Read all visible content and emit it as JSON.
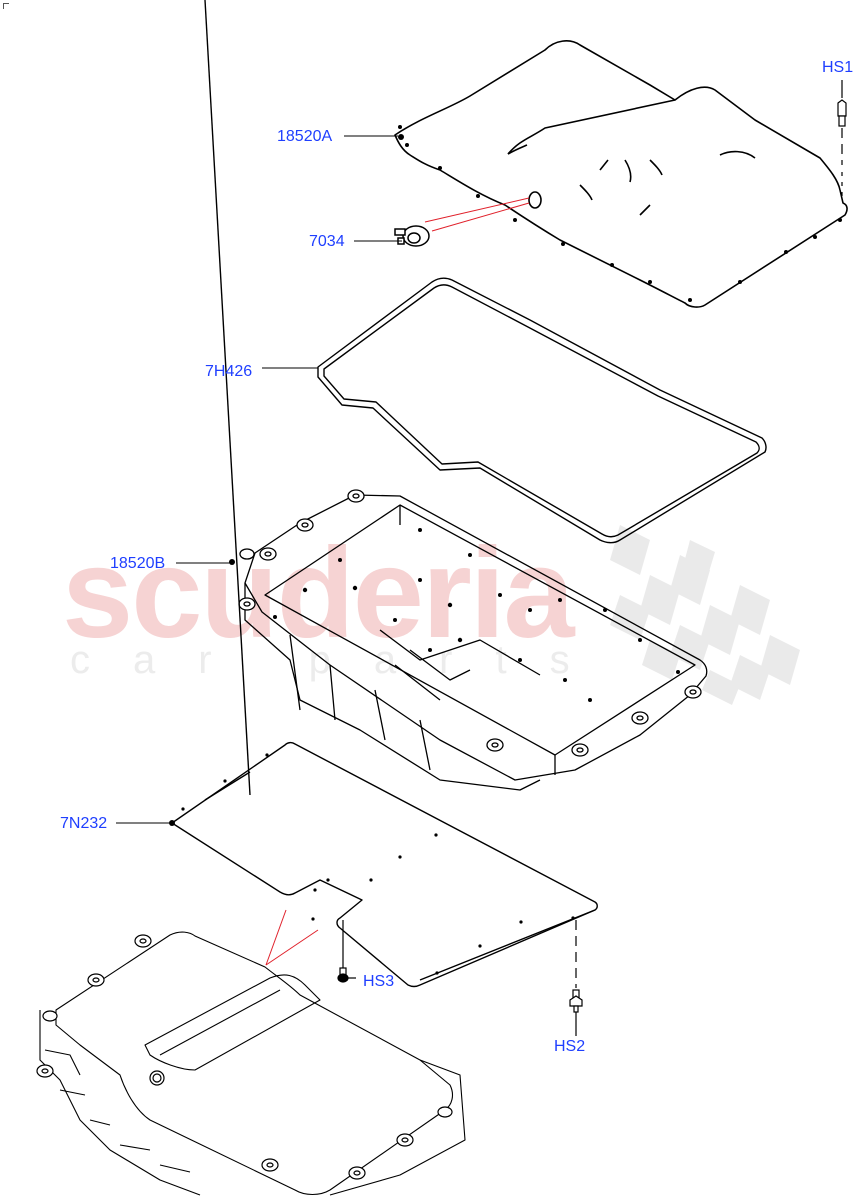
{
  "diagram": {
    "type": "exploded-parts-diagram",
    "watermark": {
      "main_text": "scuderia",
      "sub_text": "car parts",
      "main_color": "#f6d3d3",
      "sub_color": "#ececec",
      "checker_color": "#e8e8e8"
    },
    "colors": {
      "callout_text": "#1f3fff",
      "line": "#000000",
      "reference_line": "#e0202a"
    },
    "callouts": [
      {
        "id": "18520A",
        "label": "18520A",
        "part": "upper-cover"
      },
      {
        "id": "7034",
        "label": "7034",
        "part": "grommet-connector"
      },
      {
        "id": "HS1",
        "label": "HS1",
        "part": "bolt-top-right"
      },
      {
        "id": "7H426",
        "label": "7H426",
        "part": "gasket"
      },
      {
        "id": "18520B",
        "label": "18520B",
        "part": "housing-tray"
      },
      {
        "id": "7N232",
        "label": "7N232",
        "part": "bottom-plate"
      },
      {
        "id": "HS3",
        "label": "HS3",
        "part": "bolt-bottom-center"
      },
      {
        "id": "HS2",
        "label": "HS2",
        "part": "bolt-bottom-right"
      }
    ]
  }
}
